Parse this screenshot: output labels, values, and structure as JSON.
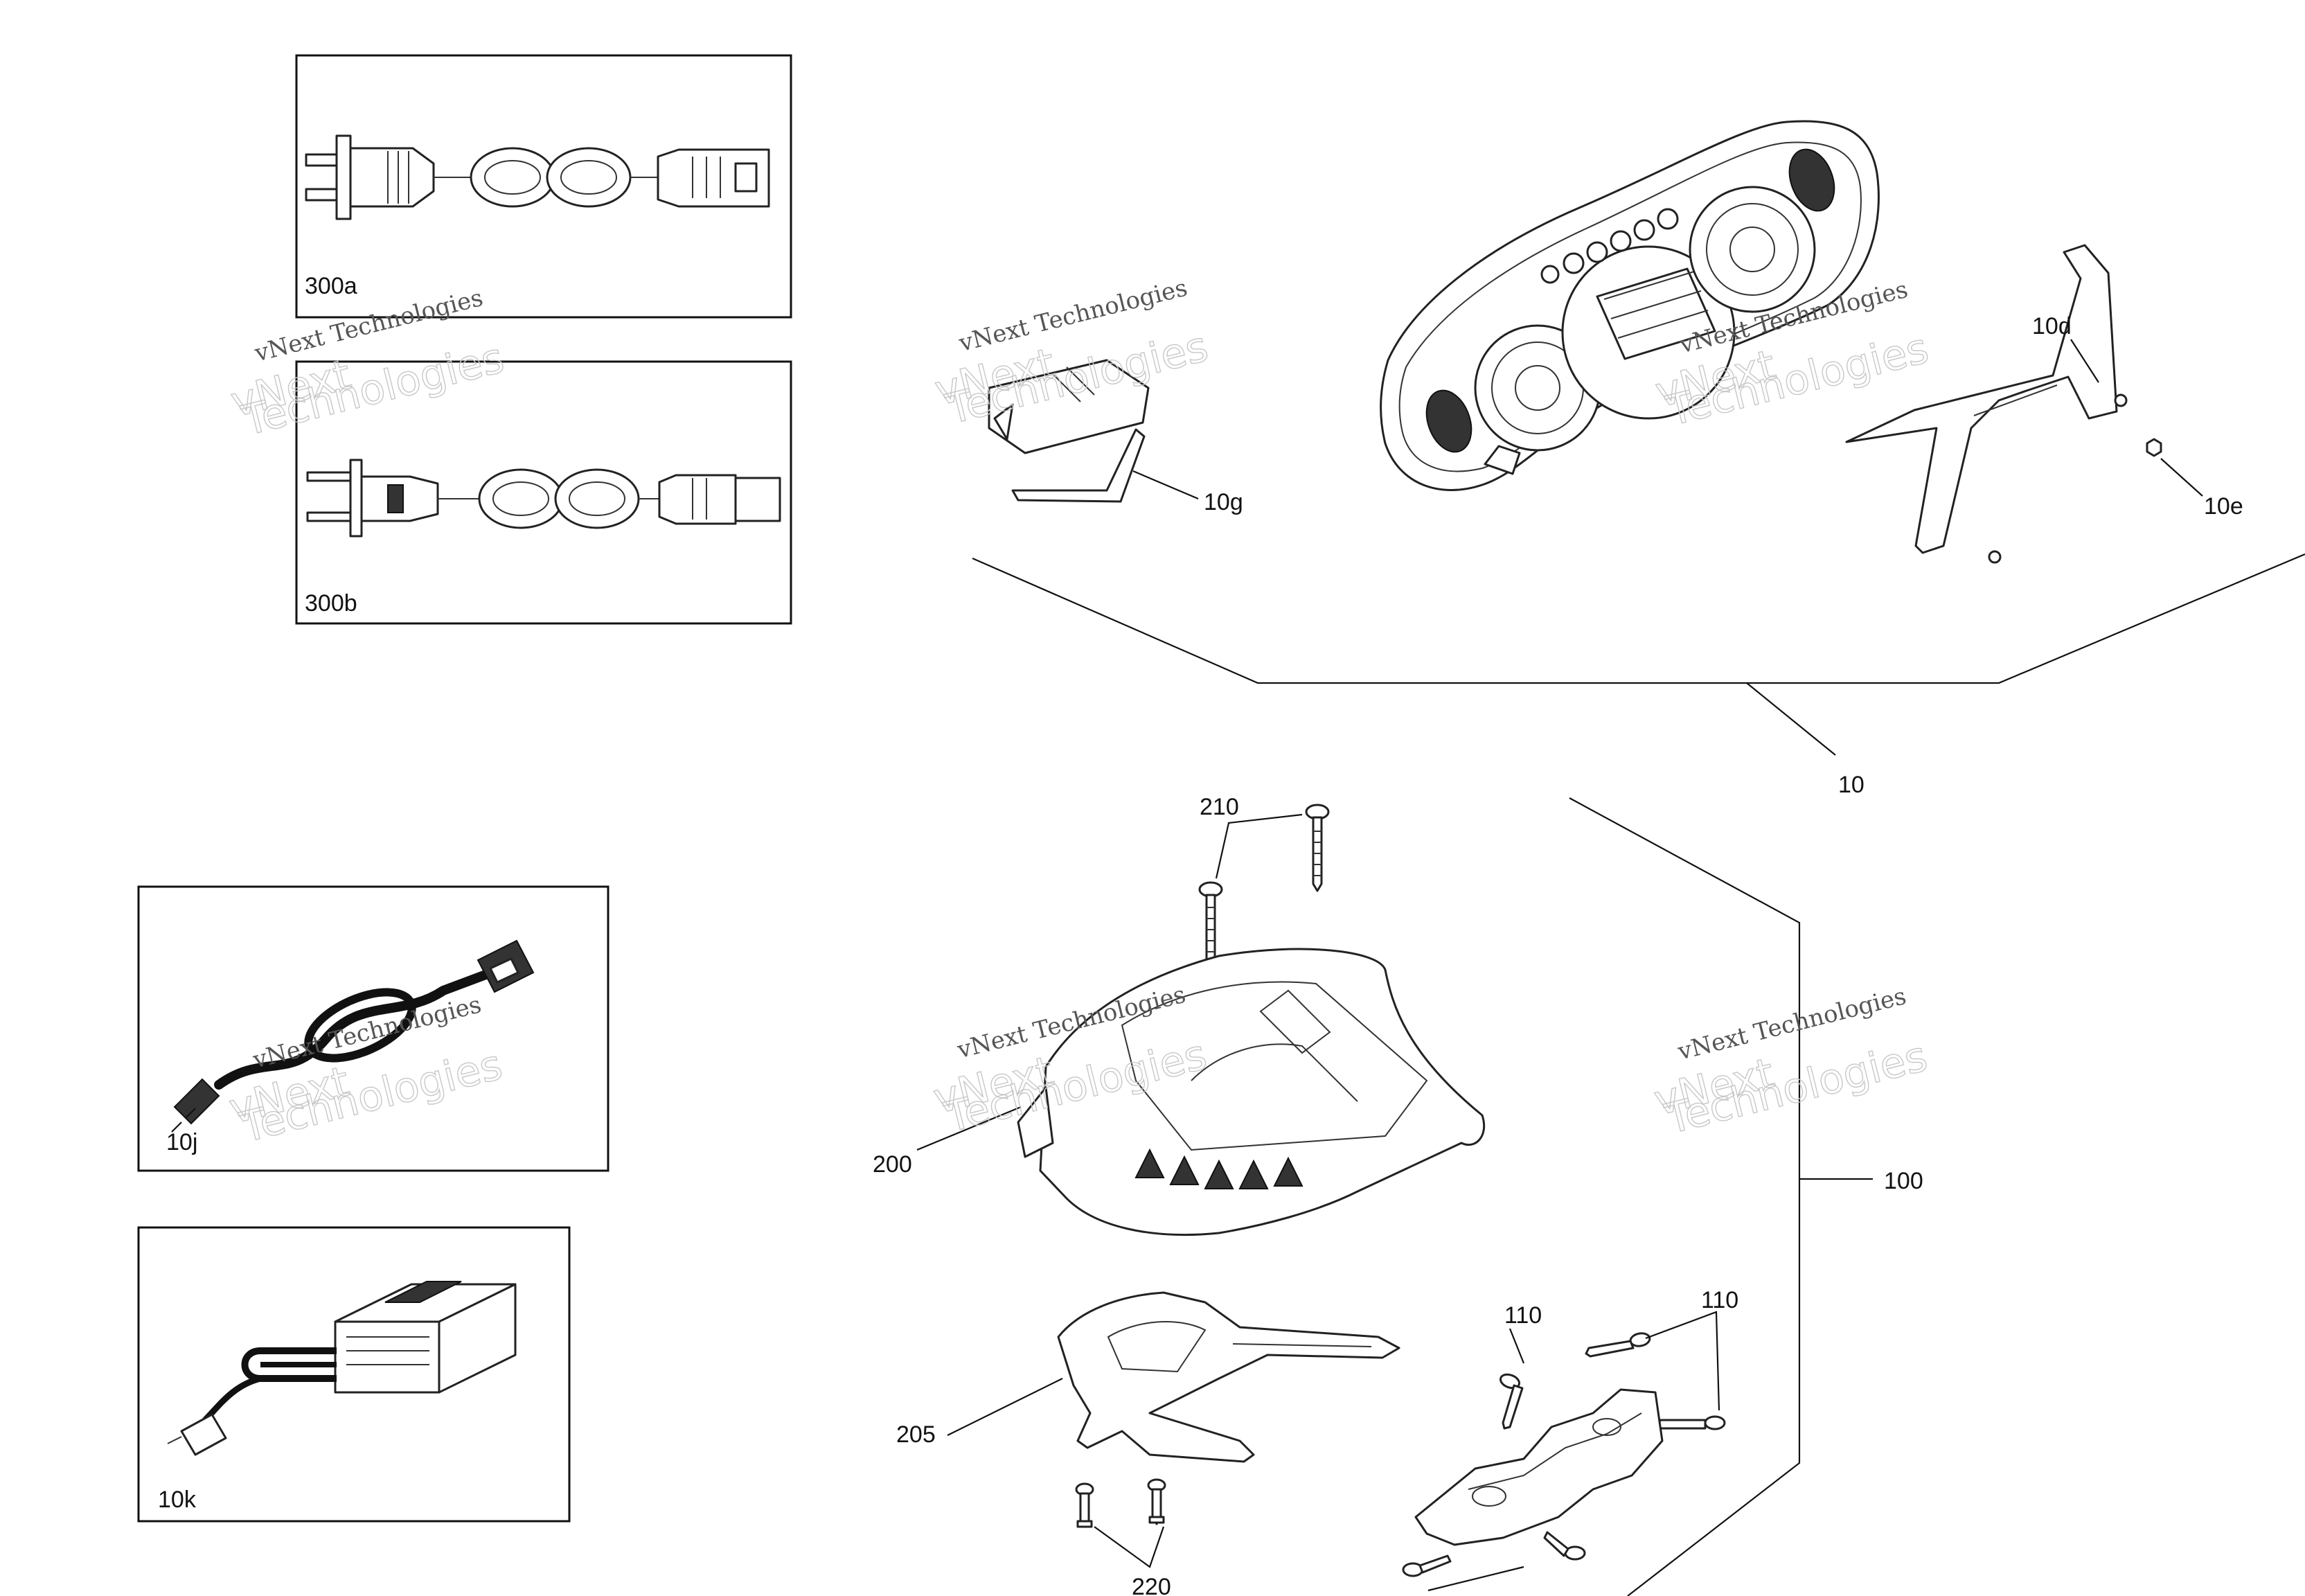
{
  "callouts": {
    "c300a": "300a",
    "c300b": "300b",
    "c10g": "10g",
    "c10d": "10d",
    "c10e": "10e",
    "c10": "10",
    "c210": "210",
    "c200": "200",
    "c100": "100",
    "c205": "205",
    "c110a": "110",
    "c110b": "110",
    "c220": "220",
    "c10j": "10j",
    "c10k": "10k"
  },
  "watermark": {
    "line1": "vNext Technologies",
    "line2": "vNext",
    "line3": "Technologies"
  }
}
